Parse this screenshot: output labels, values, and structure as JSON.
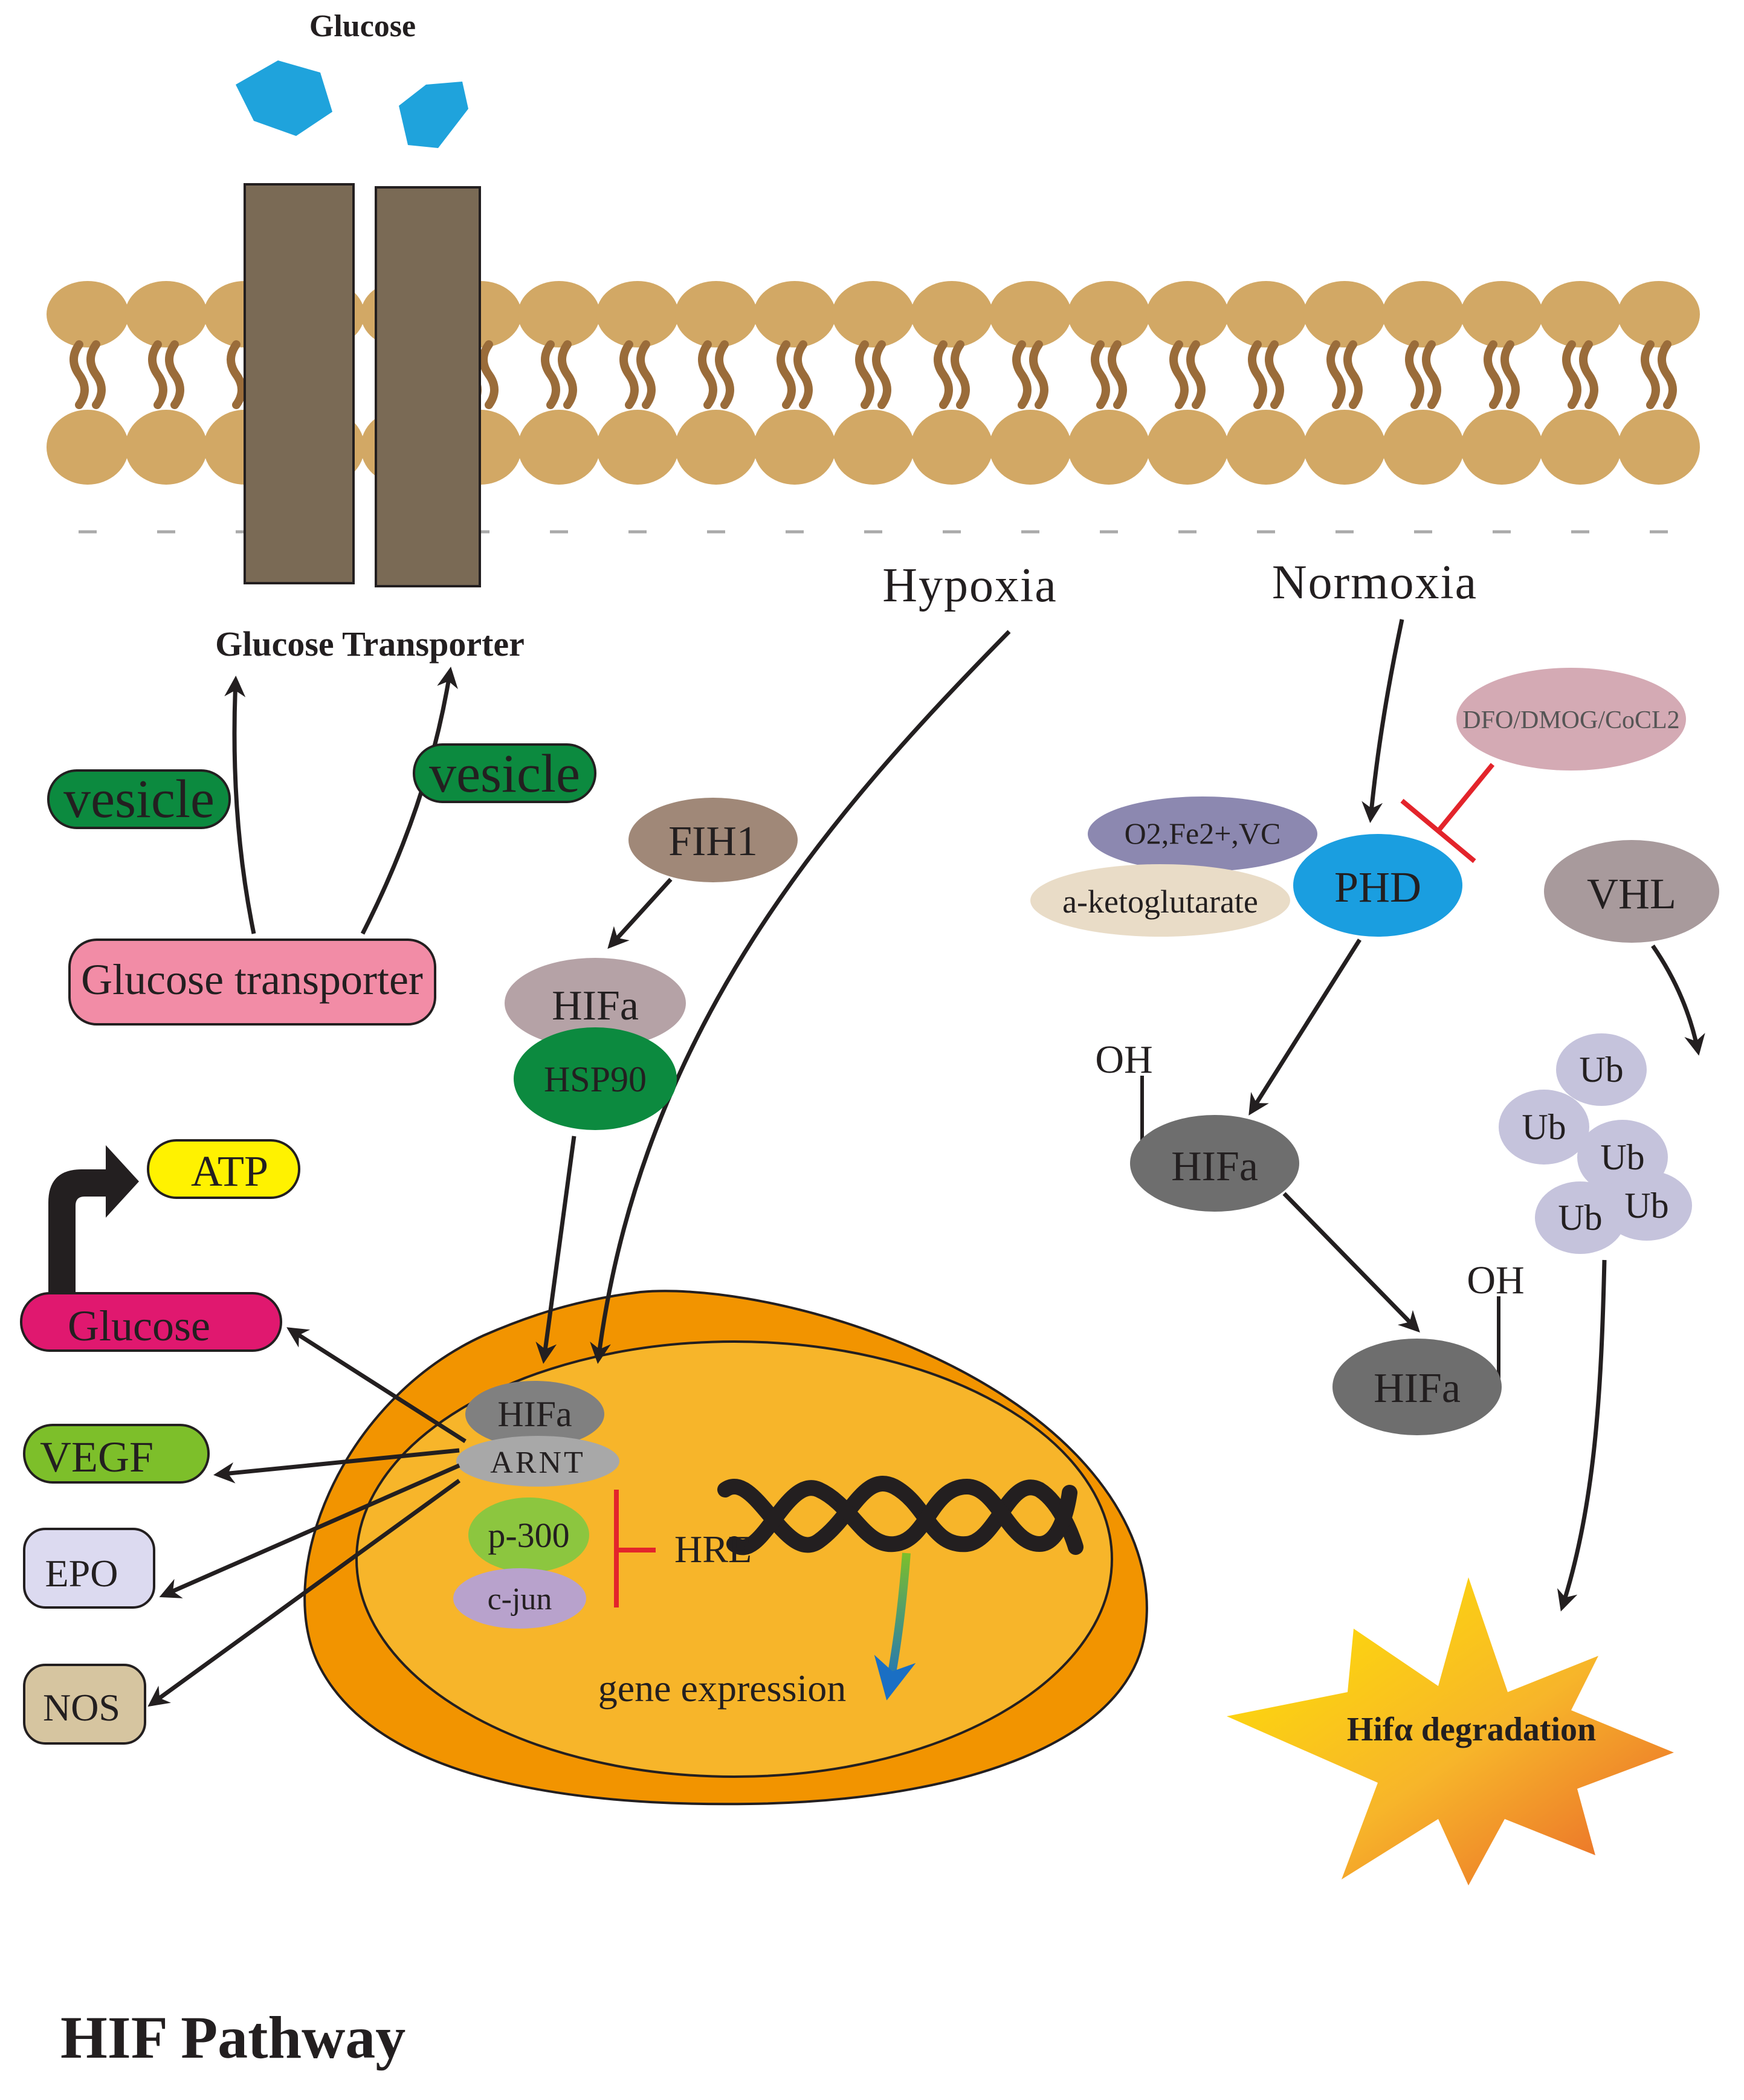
{
  "title": "HIF Pathway",
  "membrane": {
    "glucose_label": "Glucose",
    "transporter_label": "Glucose Transporter"
  },
  "left": {
    "vesicle_1": "vesicle",
    "vesicle_2": "vesicle",
    "glucose_transporter": "Glucose transporter",
    "atp": "ATP",
    "glucose": "Glucose",
    "vegf": "VEGF",
    "epo": "EPO",
    "nos": "NOS"
  },
  "middle": {
    "hypoxia": "Hypoxia",
    "fih1": "FIH1",
    "hifa": "HIFa",
    "hsp90": "HSP90"
  },
  "nucleus": {
    "hifa": "HIFa",
    "arnt": "ARNT",
    "p300": "p-300",
    "cjun": "c-jun",
    "hre": "HRE",
    "gene_expression": "gene expression"
  },
  "right": {
    "normoxia": "Normoxia",
    "inhibitors": "DFO/DMOG/CoCL2",
    "cofactors": "O2,Fe2+,VC",
    "ketoglutarate": "a-ketoglutarate",
    "phd": "PHD",
    "vhl": "VHL",
    "oh_1": "OH",
    "hifa_1": "HIFa",
    "oh_2": "OH",
    "hifa_2": "HIFa",
    "ub_1": "Ub",
    "ub_2": "Ub",
    "ub_3": "Ub",
    "ub_4": "Ub",
    "ub_5": "Ub",
    "degradation": "Hifα degradation"
  },
  "colors": {
    "lipid_head": "#d2a865",
    "lipid_tail": "#9a6c3a",
    "transporter": "#7a6a55",
    "glucose_molecule": "#1fa3dc",
    "vesicle": "#0c8a3f",
    "glucose_transporter_box": "#f28ca6",
    "atp": "#fff200",
    "glucose_box": "#e0186f",
    "vegf": "#7dbf2a",
    "epo": "#dcdaf0",
    "nos": "#d6c5a0",
    "fih1": "#a08878",
    "hifa_light": "#b5a2a6",
    "hsp90": "#0c8a3f",
    "nucleus_outer": "#f29400",
    "nucleus_inner": "#f7b52a",
    "hifa_grey": "#808080",
    "arnt": "#a8a8a8",
    "p300": "#8cc63f",
    "cjun": "#b8a2cc",
    "inhibitor_red": "#e3242b",
    "phd": "#1a9ee0",
    "cofactors": "#8c88b0",
    "ketoglutarate": "#e9dcc7",
    "inhibitors": "#d4aab4",
    "vhl": "#a89a9c",
    "ub": "#c5c3dc",
    "burst_yellow": "#ffd700",
    "burst_red": "#e8602a"
  }
}
